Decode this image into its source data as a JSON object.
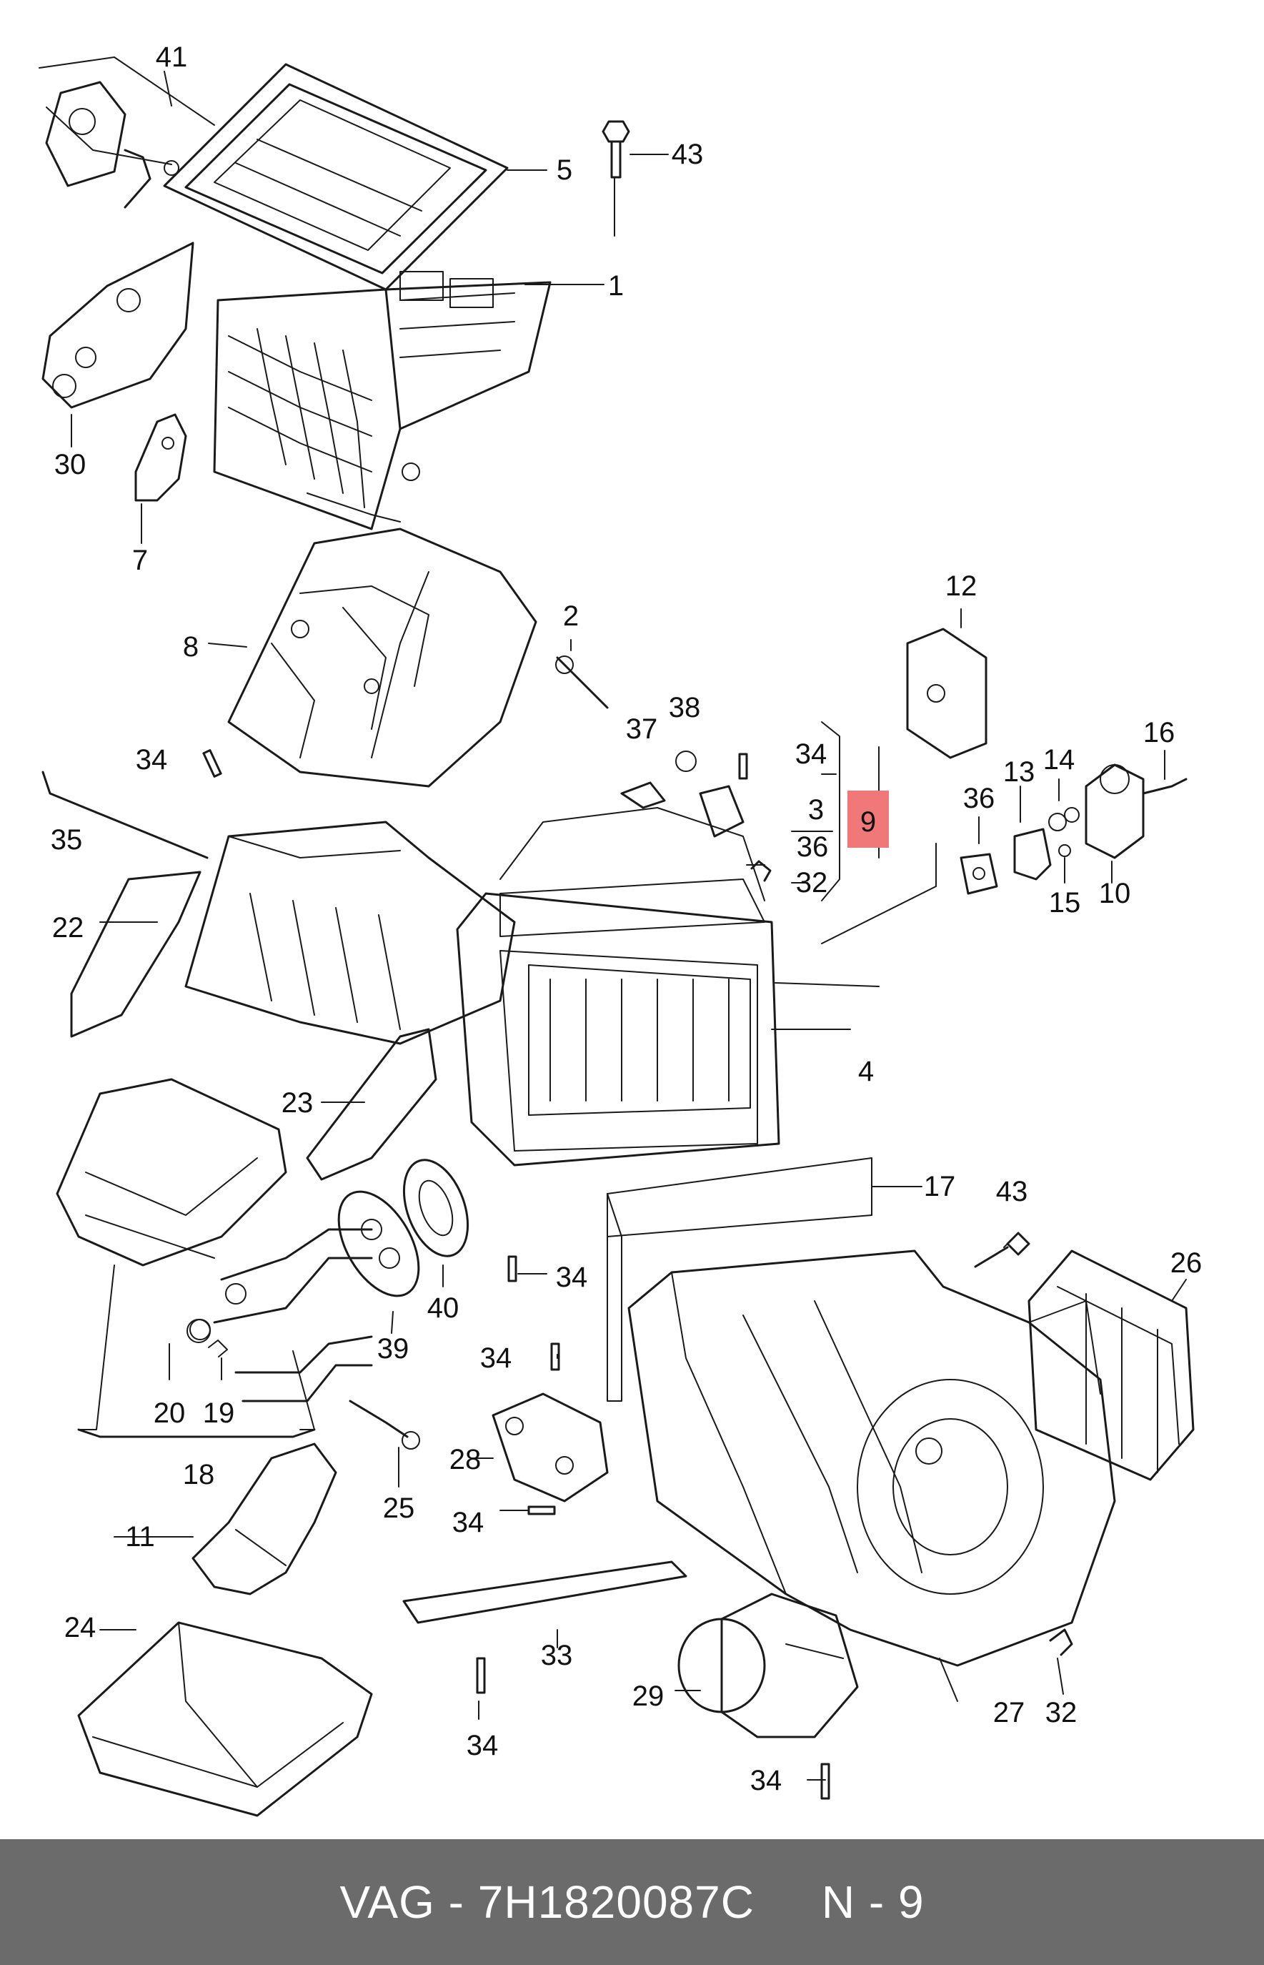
{
  "diagram": {
    "highlight_color": "#f07878",
    "line_color": "#1a1a1a",
    "labels": [
      {
        "id": "41",
        "text": "41"
      },
      {
        "id": "5",
        "text": "5"
      },
      {
        "id": "43a",
        "text": "43"
      },
      {
        "id": "1",
        "text": "1"
      },
      {
        "id": "30",
        "text": "30"
      },
      {
        "id": "7",
        "text": "7"
      },
      {
        "id": "12",
        "text": "12"
      },
      {
        "id": "2",
        "text": "2"
      },
      {
        "id": "8",
        "text": "8"
      },
      {
        "id": "38",
        "text": "38"
      },
      {
        "id": "37",
        "text": "37"
      },
      {
        "id": "34a",
        "text": "34"
      },
      {
        "id": "34b",
        "text": "34"
      },
      {
        "id": "16",
        "text": "16"
      },
      {
        "id": "14",
        "text": "14"
      },
      {
        "id": "13",
        "text": "13"
      },
      {
        "id": "36a",
        "text": "36"
      },
      {
        "id": "3",
        "text": "3"
      },
      {
        "id": "9",
        "text": "9"
      },
      {
        "id": "36b",
        "text": "36"
      },
      {
        "id": "35",
        "text": "35"
      },
      {
        "id": "10",
        "text": "10"
      },
      {
        "id": "15",
        "text": "15"
      },
      {
        "id": "32a",
        "text": "32"
      },
      {
        "id": "22",
        "text": "22"
      },
      {
        "id": "4",
        "text": "4"
      },
      {
        "id": "23",
        "text": "23"
      },
      {
        "id": "17",
        "text": "17"
      },
      {
        "id": "43b",
        "text": "43"
      },
      {
        "id": "26",
        "text": "26"
      },
      {
        "id": "34c",
        "text": "34"
      },
      {
        "id": "40",
        "text": "40"
      },
      {
        "id": "39",
        "text": "39"
      },
      {
        "id": "34d",
        "text": "34"
      },
      {
        "id": "20",
        "text": "20"
      },
      {
        "id": "19",
        "text": "19"
      },
      {
        "id": "18",
        "text": "18"
      },
      {
        "id": "28",
        "text": "28"
      },
      {
        "id": "25",
        "text": "25"
      },
      {
        "id": "11",
        "text": "11"
      },
      {
        "id": "34e",
        "text": "34"
      },
      {
        "id": "33",
        "text": "33"
      },
      {
        "id": "24",
        "text": "24"
      },
      {
        "id": "29",
        "text": "29"
      },
      {
        "id": "27",
        "text": "27"
      },
      {
        "id": "32b",
        "text": "32"
      },
      {
        "id": "34f",
        "text": "34"
      },
      {
        "id": "34g",
        "text": "34"
      }
    ],
    "highlighted_label": "9"
  },
  "footer": {
    "text": "VAG - 7H1820087C     N - 9",
    "background": "#6b6b6b",
    "text_color": "#ffffff"
  }
}
